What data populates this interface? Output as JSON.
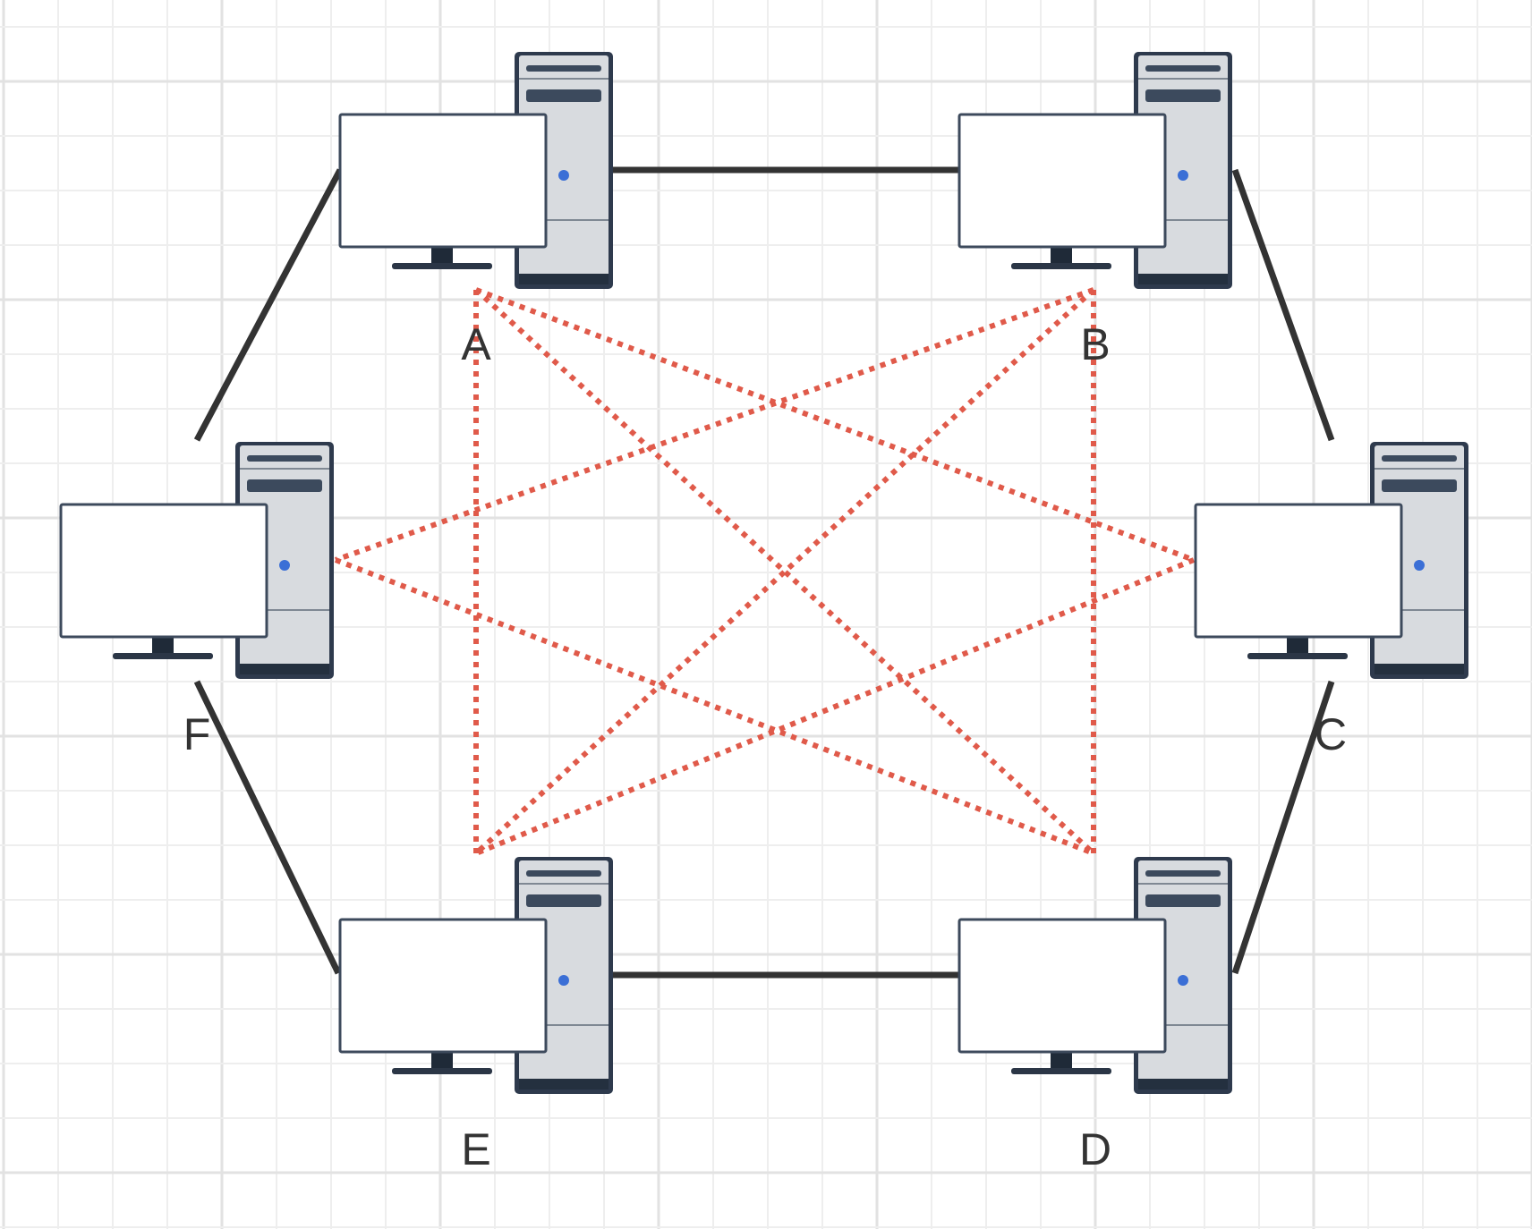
{
  "colors": {
    "grid_minor": "#eeeeee",
    "grid_major": "#e2e2e2",
    "cable": "#333333",
    "wireless": "#e05a4a",
    "outline": "#2e3a4d",
    "tower": "#d8dbdf",
    "screen": "#ffffff",
    "led": "#3b6fd6",
    "label": "#333333"
  },
  "nodes": [
    {
      "id": "A",
      "label": "A",
      "icon": "desktop-computer-icon"
    },
    {
      "id": "B",
      "label": "B",
      "icon": "desktop-computer-icon"
    },
    {
      "id": "C",
      "label": "C",
      "icon": "desktop-computer-icon"
    },
    {
      "id": "D",
      "label": "D",
      "icon": "desktop-computer-icon"
    },
    {
      "id": "E",
      "label": "E",
      "icon": "desktop-computer-icon"
    },
    {
      "id": "F",
      "label": "F",
      "icon": "desktop-computer-icon"
    }
  ],
  "solid_links": [
    {
      "from": "A",
      "to": "B"
    },
    {
      "from": "B",
      "to": "C"
    },
    {
      "from": "C",
      "to": "D"
    },
    {
      "from": "D",
      "to": "E"
    },
    {
      "from": "E",
      "to": "F"
    },
    {
      "from": "F",
      "to": "A"
    }
  ],
  "dotted_links": [
    {
      "from": "A",
      "to": "E"
    },
    {
      "from": "A",
      "to": "D"
    },
    {
      "from": "A",
      "to": "C"
    },
    {
      "from": "B",
      "to": "D"
    },
    {
      "from": "B",
      "to": "E"
    },
    {
      "from": "B",
      "to": "F"
    },
    {
      "from": "F",
      "to": "D"
    },
    {
      "from": "C",
      "to": "E"
    }
  ]
}
